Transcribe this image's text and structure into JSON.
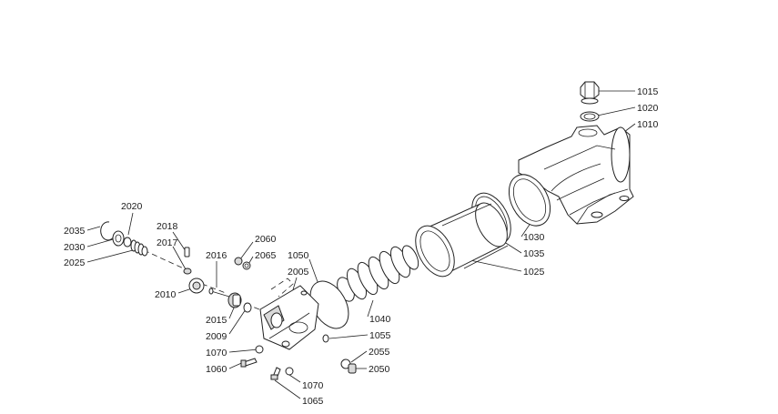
{
  "diagram": {
    "labels": {
      "p1015": "1015",
      "p1020": "1020",
      "p1010": "1010",
      "p1030": "1030",
      "p1035": "1035",
      "p1025": "1025",
      "p1050": "1050",
      "p2005": "2005",
      "p1040": "1040",
      "p1055": "1055",
      "p2055": "2055",
      "p2050": "2050",
      "p2020": "2020",
      "p2035": "2035",
      "p2030": "2030",
      "p2025": "2025",
      "p2018": "2018",
      "p2017": "2017",
      "p2010": "2010",
      "p2016": "2016",
      "p2060": "2060",
      "p2065": "2065",
      "p2015": "2015",
      "p2009": "2009",
      "p1070a": "1070",
      "p1060": "1060",
      "p1070b": "1070",
      "p1065": "1065"
    }
  }
}
